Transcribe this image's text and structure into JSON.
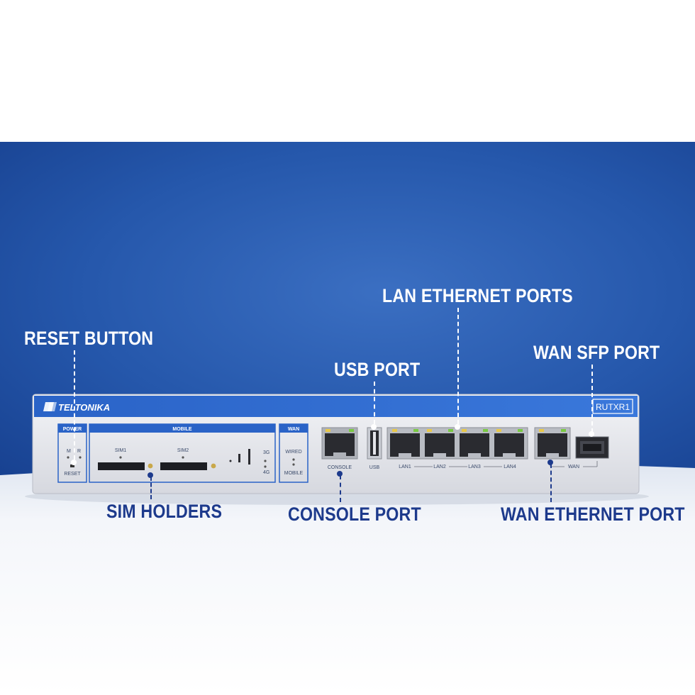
{
  "callouts": {
    "reset_button": "RESET BUTTON",
    "usb_port": "USB PORT",
    "lan_ethernet_ports": "LAN ETHERNET PORTS",
    "wan_sfp_port": "WAN SFP PORT",
    "sim_holders": "SIM HOLDERS",
    "console_port": "CONSOLE PORT",
    "wan_ethernet_port": "WAN ETHERNET PORT"
  },
  "device": {
    "brand": "TELTONIKA",
    "model": "RUTXR1",
    "panel_labels": {
      "power": "POWER",
      "mobile": "MOBILE",
      "wan": "WAN",
      "m": "M",
      "r": "R",
      "reset": "RESET",
      "sim1": "SIM1",
      "sim2": "SIM2",
      "3g": "3G",
      "4g": "4G",
      "wired": "WIRED",
      "mobile_led": "MOBILE",
      "console": "CONSOLE",
      "usb": "USB",
      "lan1": "LAN1",
      "lan2": "LAN2",
      "lan3": "LAN3",
      "lan4": "LAN4",
      "wan_port": "WAN"
    }
  },
  "colors": {
    "background_blue": "#1f4fa0",
    "background_floor": "#ffffff",
    "device_body": "#e7e8ee",
    "device_stripe": "#2a63c7",
    "callout_white": "#ffffff",
    "callout_dark": "#1d3a8c",
    "led_green": "#7ac943",
    "led_yellow": "#e8c84a"
  },
  "icons": [
    "teltonika-logo-icon",
    "ethernet-port-icon",
    "usb-port-icon",
    "sfp-port-icon",
    "sim-slot-icon",
    "reset-pinhole-icon",
    "signal-bars-icon"
  ]
}
